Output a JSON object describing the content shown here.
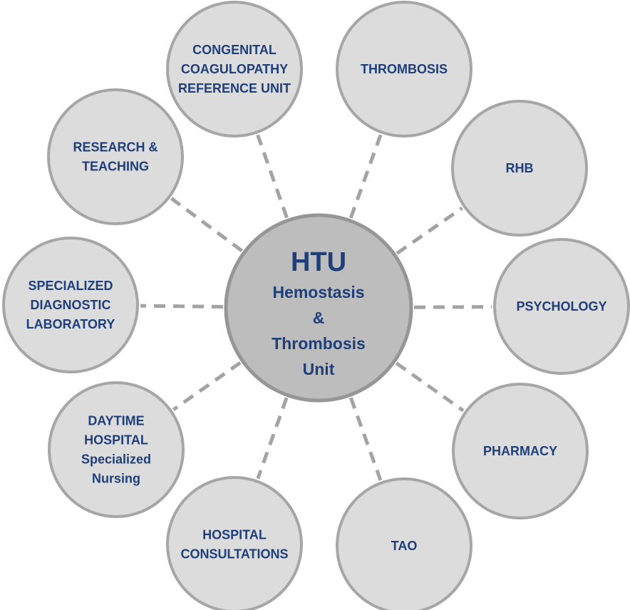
{
  "hub": {
    "title": "HTU",
    "subtitle_lines": [
      "Hemostasis",
      "&",
      "Thrombosis",
      "Unit"
    ]
  },
  "nodes": [
    {
      "id": "congenital-coagulopathy-reference-unit",
      "lines": [
        "CONGENITAL",
        "COAGULOPATHY",
        "REFERENCE UNIT"
      ]
    },
    {
      "id": "thrombosis",
      "lines": [
        "THROMBOSIS"
      ]
    },
    {
      "id": "rhb",
      "lines": [
        "RHB"
      ]
    },
    {
      "id": "psychology",
      "lines": [
        "PSYCHOLOGY"
      ]
    },
    {
      "id": "pharmacy",
      "lines": [
        "PHARMACY"
      ]
    },
    {
      "id": "tao",
      "lines": [
        "TAO"
      ]
    },
    {
      "id": "hospital-consultations",
      "lines": [
        "HOSPITAL",
        "CONSULTATIONS"
      ]
    },
    {
      "id": "daytime-hospital-specialized-nursing",
      "lines": [
        "DAYTIME",
        "HOSPITAL",
        "Specialized",
        "Nursing"
      ]
    },
    {
      "id": "specialized-diagnostic-laboratory",
      "lines": [
        "SPECIALIZED",
        "DIAGNOSTIC",
        "LABORATORY"
      ]
    },
    {
      "id": "research-teaching",
      "lines": [
        "RESEARCH &",
        "TEACHING"
      ]
    }
  ],
  "colors": {
    "text": "#1f3f7a",
    "node_fill": "#dcdcdc",
    "node_stroke": "#a6a6a6",
    "hub_fill": "#bdbdbd",
    "hub_stroke": "#969696",
    "connector": "#a3a3a3"
  }
}
